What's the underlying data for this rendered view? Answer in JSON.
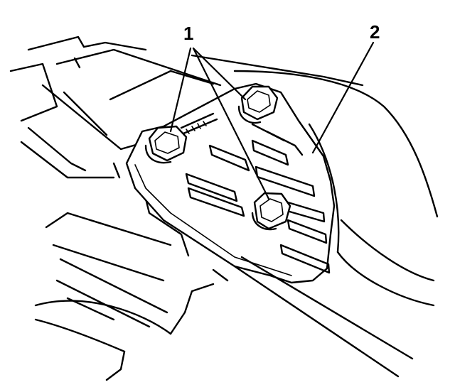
{
  "callouts": [
    {
      "id": "1",
      "label": "1"
    },
    {
      "id": "2",
      "label": "2"
    }
  ],
  "parts": {
    "bolts": [
      "bolt-upper",
      "bolt-left",
      "bolt-lower"
    ],
    "plate": "bracket-plate"
  }
}
